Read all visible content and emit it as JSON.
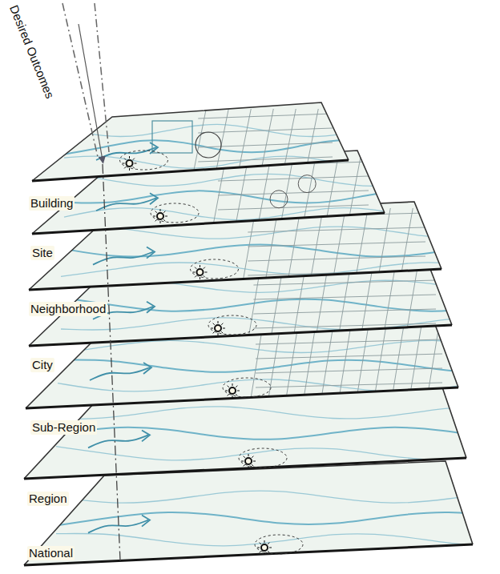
{
  "diagram": {
    "labels": [
      "Desired Outcomes",
      "Building",
      "Site",
      "Neighborhood",
      "City",
      "Sub-Region",
      "Region",
      "National"
    ]
  }
}
